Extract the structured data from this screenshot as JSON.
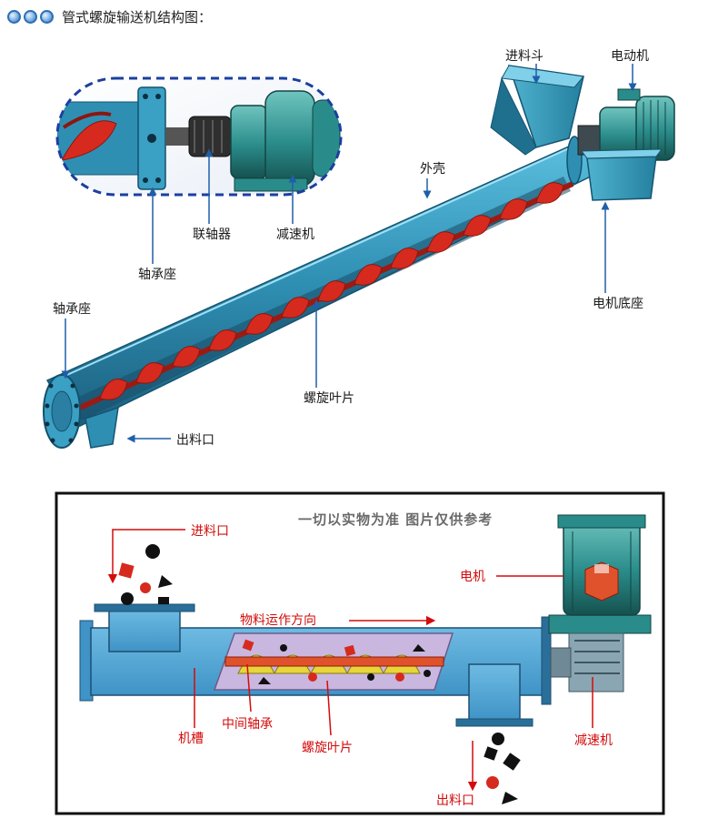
{
  "header": {
    "title": "管式螺旋输送机结构图："
  },
  "top_labels": {
    "feed_hopper": "进料斗",
    "motor": "电动机",
    "casing": "外壳",
    "reducer": "减速机",
    "coupling": "联轴器",
    "bearing_seat_inset": "轴承座",
    "bearing_seat_end": "轴承座",
    "motor_base": "电机底座",
    "screw_blade": "螺旋叶片",
    "outlet": "出料口"
  },
  "bottom_labels": {
    "disclaimer": "一切以实物为准 图片仅供参考",
    "inlet": "进料口",
    "motor": "电机",
    "flow_direction": "物料运作方向",
    "trough": "机槽",
    "middle_bearing": "中间轴承",
    "screw_blade": "螺旋叶片",
    "reducer": "减速机",
    "outlet": "出料口"
  },
  "colors": {
    "casing": "#2f8fb3",
    "blade": "#d62a1e",
    "label_red": "#d40b0b",
    "leader_blue": "#1f5fa8",
    "inset_border": "#1b3fa0"
  }
}
